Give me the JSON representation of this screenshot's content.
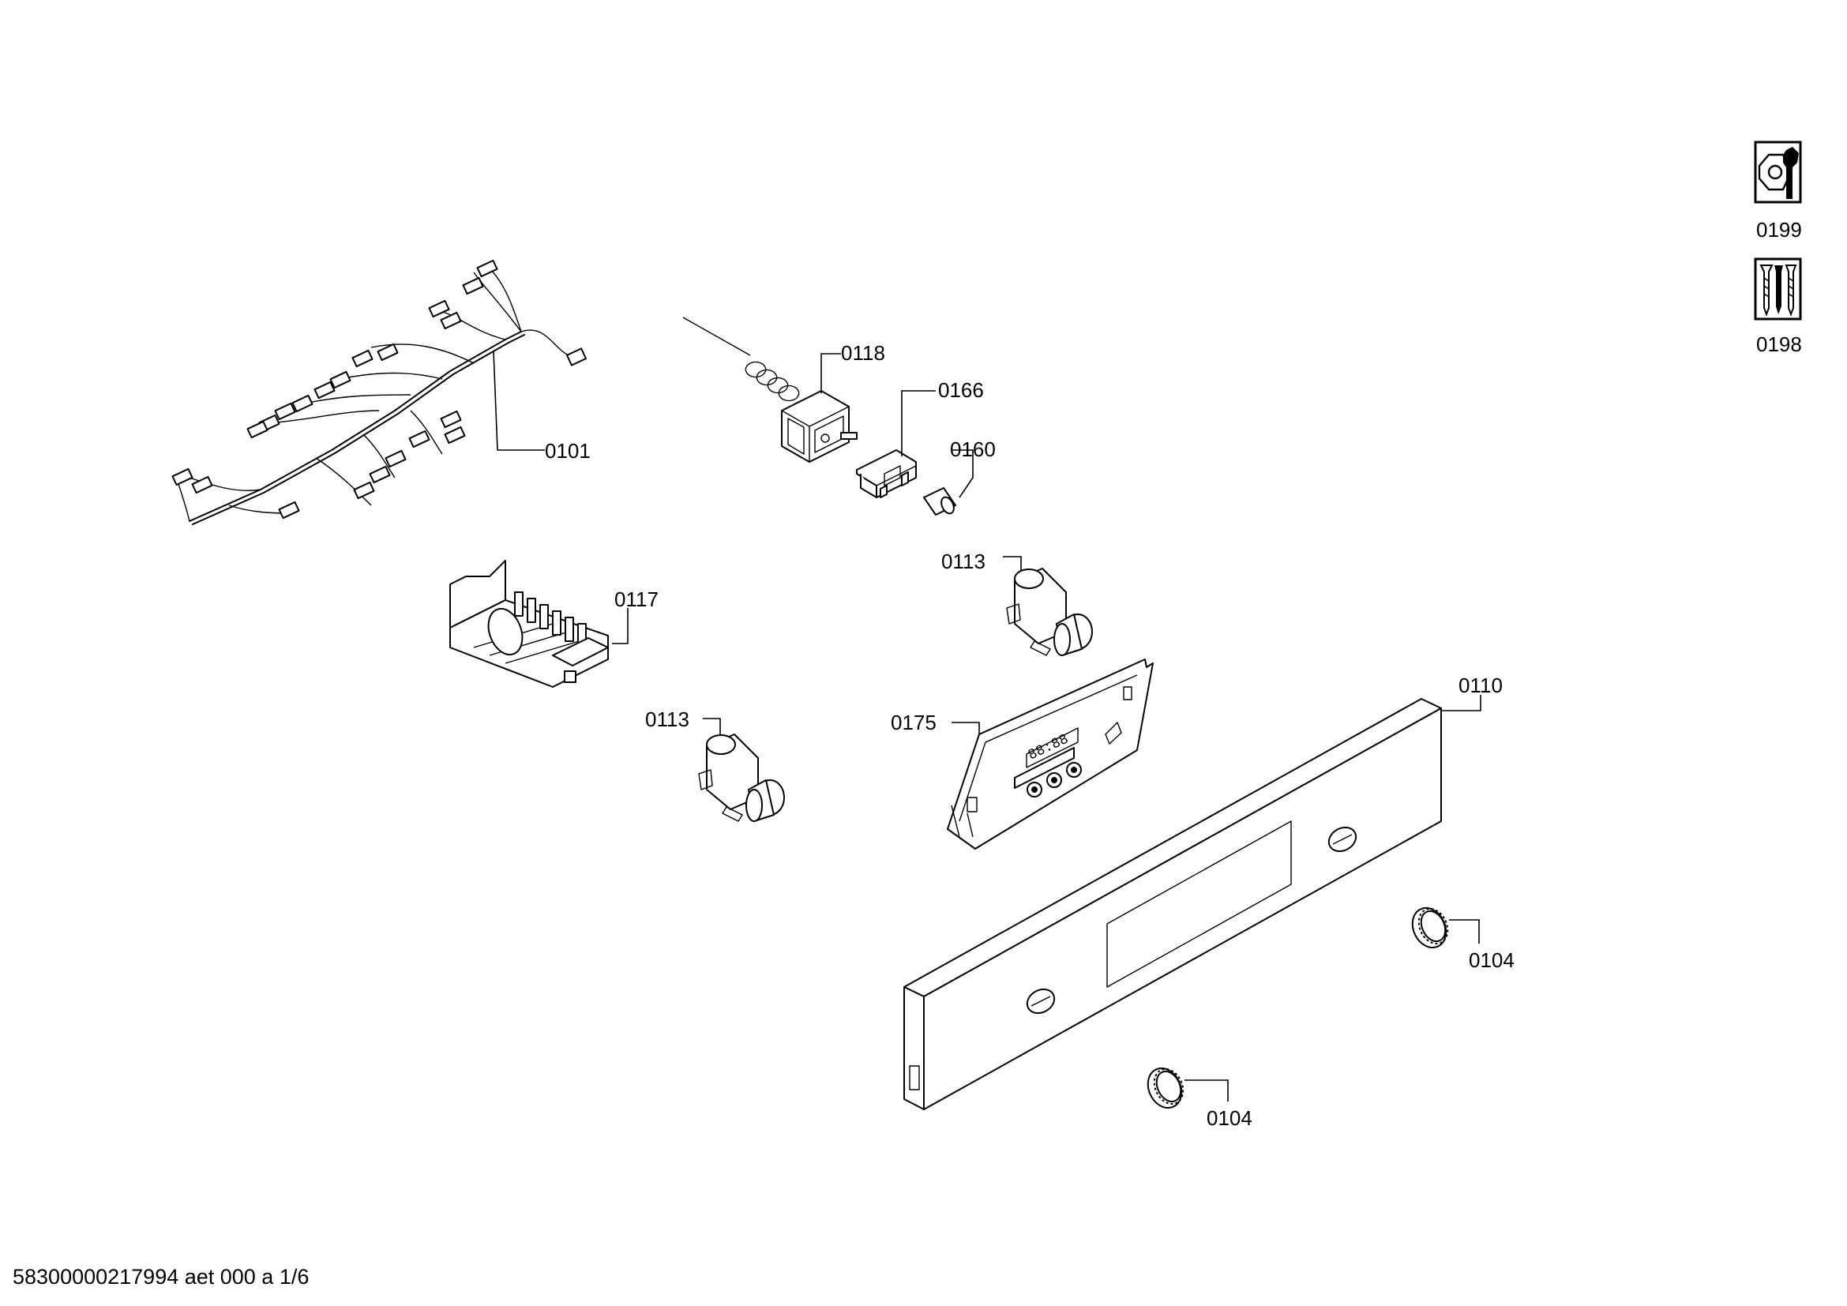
{
  "parts": [
    {
      "id": "p0101",
      "label": "0101"
    },
    {
      "id": "p0118",
      "label": "0118"
    },
    {
      "id": "p0166",
      "label": "0166"
    },
    {
      "id": "p0160",
      "label": "0160"
    },
    {
      "id": "p0113a",
      "label": "0113"
    },
    {
      "id": "p0117",
      "label": "0117"
    },
    {
      "id": "p0113b",
      "label": "0113"
    },
    {
      "id": "p0175",
      "label": "0175"
    },
    {
      "id": "p0110",
      "label": "0110"
    },
    {
      "id": "p0104a",
      "label": "0104"
    },
    {
      "id": "p0104b",
      "label": "0104"
    }
  ],
  "legend": [
    {
      "label": "0199",
      "icon": "nut-wrench-icon"
    },
    {
      "label": "0198",
      "icon": "screws-icon"
    }
  ],
  "footer": "58300000217994 aet 000 a 1/6"
}
